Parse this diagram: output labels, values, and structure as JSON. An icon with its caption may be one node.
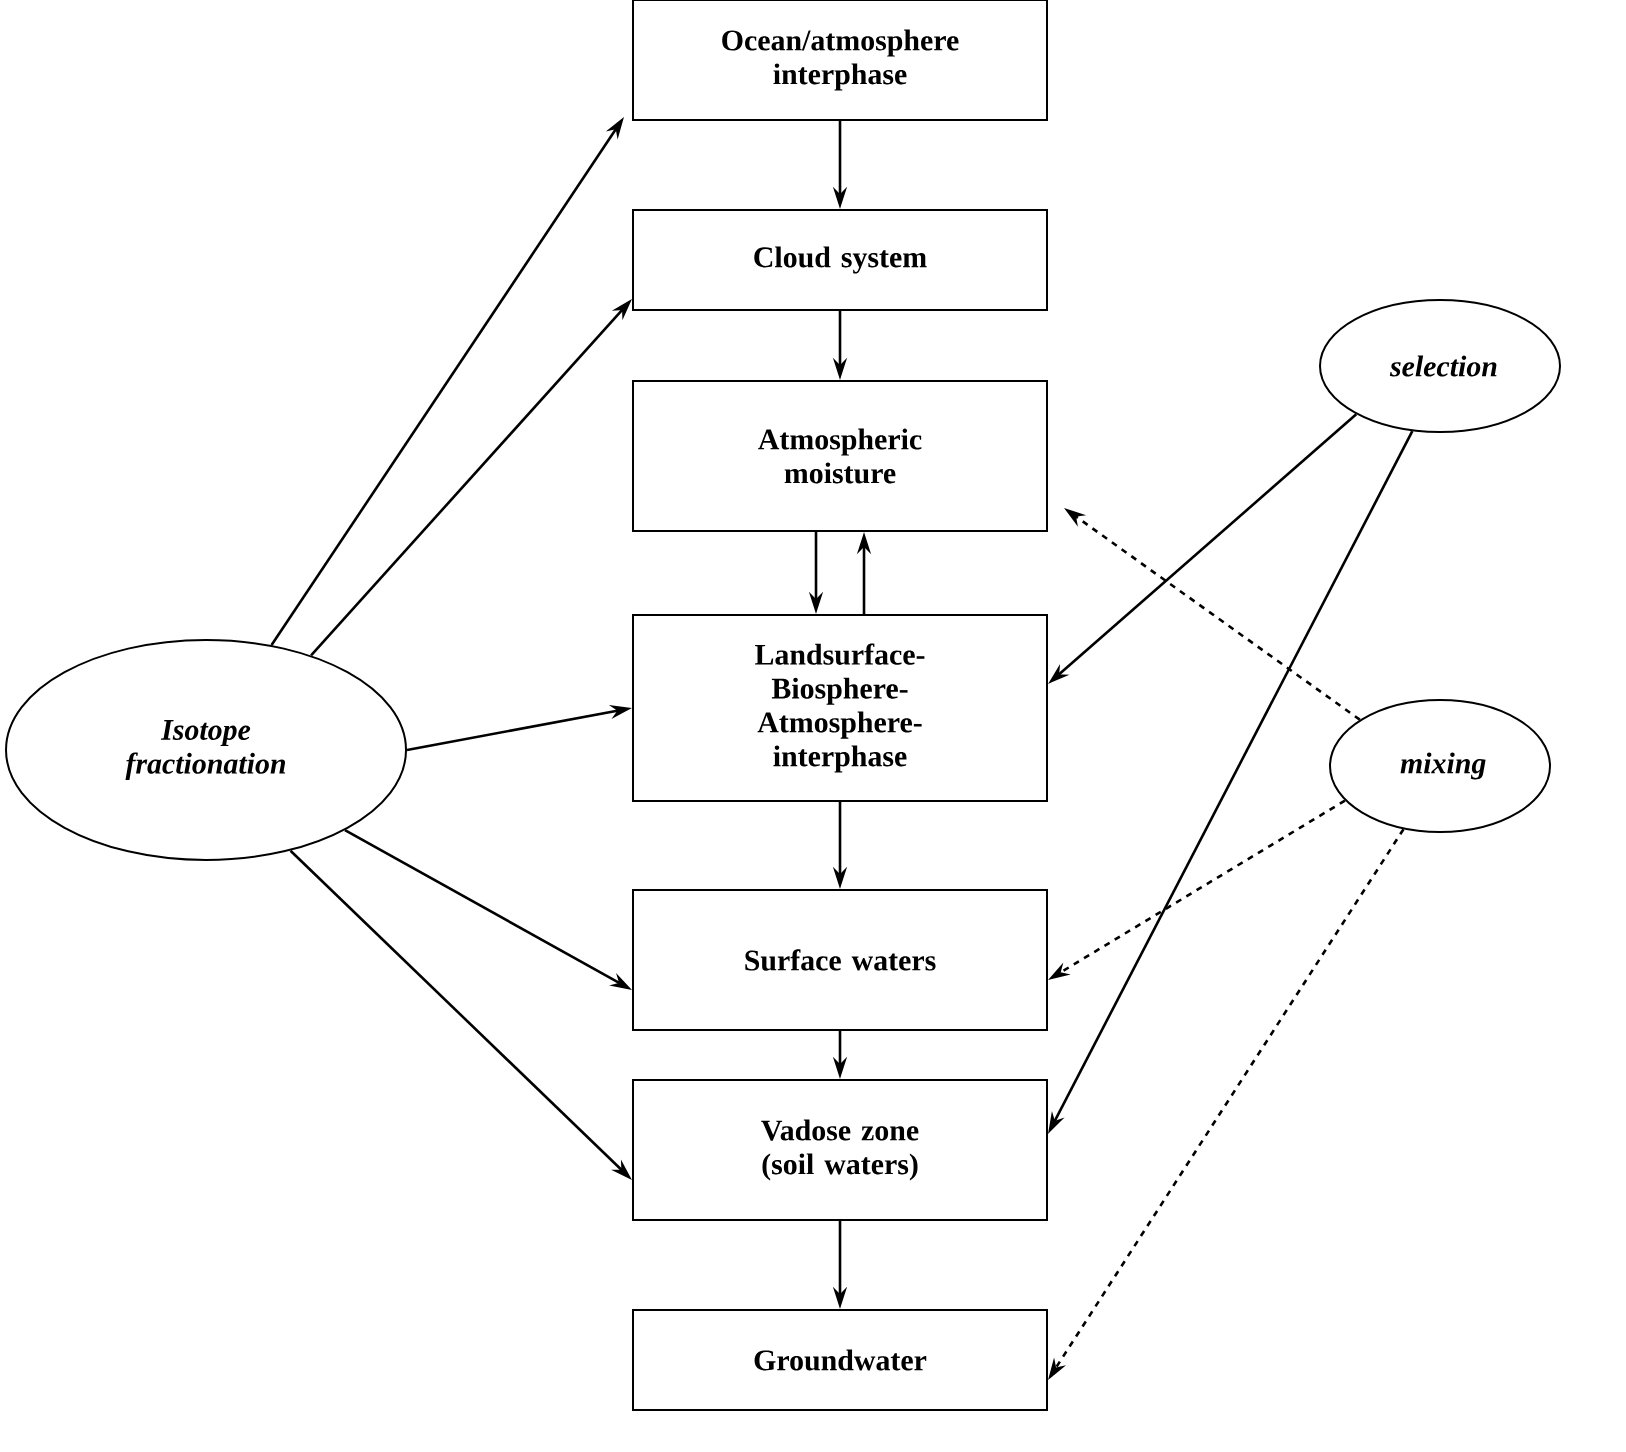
{
  "diagram": {
    "nodes": [
      {
        "text": [
          "Ocean/atmosphere interphase"
        ]
      },
      {
        "text": [
          "Cloud system"
        ]
      },
      {
        "text": [
          "Atmospheric moisture"
        ]
      },
      {
        "text": [
          "Landsurface- Biosphere- Atmosphere- interphase"
        ]
      },
      {
        "text": [
          "Surface waters"
        ]
      },
      {
        "text": [
          "Vadose zone (soil waters)"
        ]
      },
      {
        "text": [
          "Groundwater"
        ]
      },
      {
        "text": [
          "Isotope fractionation"
        ]
      },
      {
        "text": [
          "selection"
        ]
      },
      {
        "text": [
          "mixing"
        ]
      }
    ],
    "edges": [
      {
        "from": 0,
        "to": 1,
        "arrow": "to"
      },
      {
        "from": 1,
        "to": 2,
        "arrow": "to"
      },
      {
        "from": 2,
        "to": 3,
        "arrow": "to"
      },
      {
        "from": 3,
        "to": 2,
        "arrow": "to"
      },
      {
        "from": 3,
        "to": 4,
        "arrow": "to"
      },
      {
        "from": 4,
        "to": 5,
        "arrow": "to"
      },
      {
        "from": 5,
        "to": 6,
        "arrow": "to"
      },
      {
        "from": 7,
        "to": 0,
        "arrow": "to"
      },
      {
        "from": 7,
        "to": 1,
        "arrow": "to"
      },
      {
        "from": 7,
        "to": 3,
        "arrow": "to"
      },
      {
        "from": 7,
        "to": 4,
        "arrow": "to"
      },
      {
        "from": 7,
        "to": 5,
        "arrow": "to"
      },
      {
        "from": 8,
        "to": 3,
        "arrow": "to"
      },
      {
        "from": 8,
        "to": 5,
        "arrow": "to"
      },
      {
        "from": 9,
        "to": 2,
        "arrow": "to",
        "style": "dashed"
      },
      {
        "from": 9,
        "to": 4,
        "arrow": "to",
        "style": "dashed"
      },
      {
        "from": 9,
        "to": 6,
        "arrow": "to",
        "style": "dashed"
      }
    ]
  }
}
